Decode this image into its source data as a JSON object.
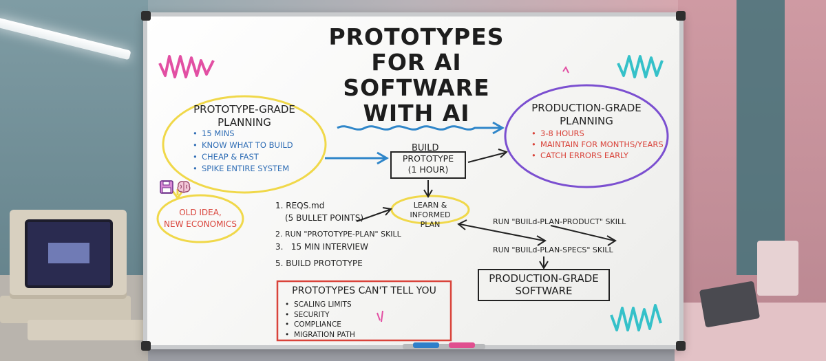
{
  "title_lines": [
    "PROTOTYPES",
    "FOR AI",
    "SOFTWARE",
    "WITH AI"
  ],
  "prototype_grade": {
    "title": [
      "PROTOTYPE-GRADE",
      "PLANNING"
    ],
    "items": [
      "15 MINS",
      "KNOW WHAT TO BUILD",
      "CHEAP & FAST",
      "SPIKE ENTIRE SYSTEM"
    ]
  },
  "production_grade": {
    "title": [
      "PRODUCTION-GRADE",
      "PLANNING"
    ],
    "items": [
      "3-8 HOURS",
      "MAINTAIN FOR MONTHS/YEARS",
      "CATCH ERRORS EARLY"
    ]
  },
  "build_prototype": {
    "top_label": "BUILD",
    "box": [
      "PROTOTYPE",
      "(1 HOUR)"
    ]
  },
  "old_idea": [
    "OLD IDEA,",
    "NEW ECONOMICS"
  ],
  "learn_plan": [
    "LEARN & INFORMED",
    "PLAN"
  ],
  "steps": [
    "1. REQS.md",
    "(5 BULLET POINTS)",
    "2. RUN \"PROTOTYPE-PLAN\" SKILL",
    "3.   15 MIN INTERVIEW",
    "5. BUILD PROTOTYPE"
  ],
  "skills": {
    "product": "RUN \"BUILd-PLAN-PRODUCT\" SKILL",
    "specs": "RUN \"BUILd-PLAN-SPECS\" SKILL"
  },
  "production_software": [
    "PRODUCTION-GRADE",
    "SOFTWARE"
  ],
  "cant_tell": {
    "title": "PROTOTYPES CAN'T TELL YOU",
    "items": [
      "SCALING LIMITS",
      "SECURITY",
      "COMPLIANCE",
      "MIGRATION PATH"
    ]
  },
  "icons": {
    "save": "floppy-disk-icon",
    "brain": "brain-icon"
  },
  "colors": {
    "yellow": "#f0d84a",
    "blue": "#2f86c9",
    "purple": "#7b4fd0",
    "red": "#d9433a",
    "pink": "#e24fa3",
    "cyan": "#35c1c9",
    "ink": "#222222"
  }
}
